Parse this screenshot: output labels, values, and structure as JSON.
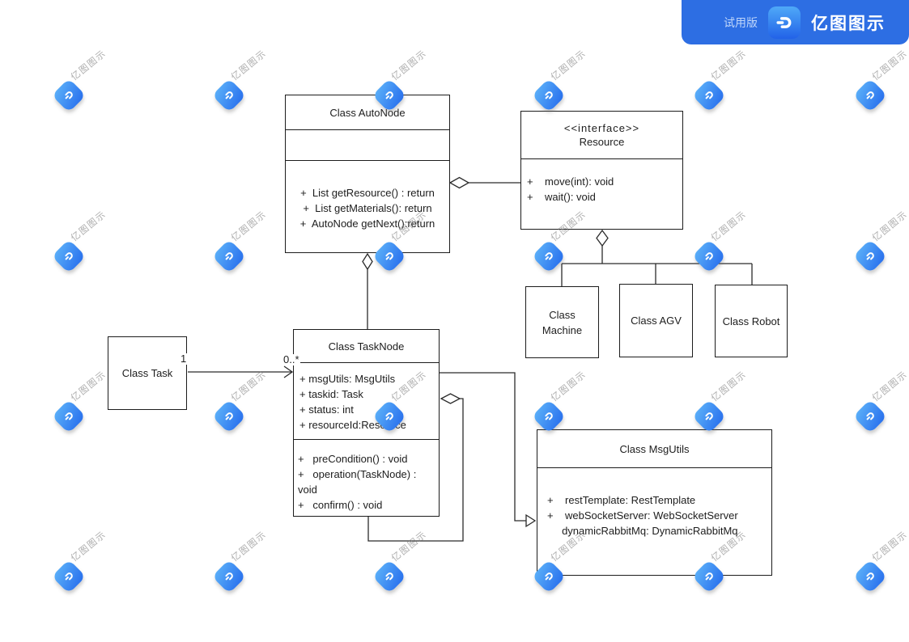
{
  "header": {
    "trial_label": "试用版",
    "brand_name": "亿图图示",
    "bar_color": "#2d6ee3"
  },
  "watermark": {
    "text": "亿图图示"
  },
  "uml": {
    "autonode": {
      "title": "Class AutoNode",
      "attributes": [],
      "methods": [
        "+  List getResource() : return",
        "+  List getMaterials(): return",
        "+  AutoNode getNext():return"
      ]
    },
    "resource": {
      "stereotype": "<<interface>>",
      "title": "Resource",
      "methods": [
        "+    move(int): void",
        "+    wait(): void"
      ]
    },
    "machine": {
      "title": "Class Machine"
    },
    "agv": {
      "title": "Class AGV"
    },
    "robot": {
      "title": "Class Robot"
    },
    "task": {
      "title": "Class Task"
    },
    "tasknode": {
      "title": "Class TaskNode",
      "attributes": [
        "+ msgUtils: MsgUtils",
        "+ taskid: Task",
        "+ status: int",
        "+ resourceId:Resource"
      ],
      "methods": [
        "+   preCondition() : void",
        "+   operation(TaskNode) : void",
        "+   confirm() : void"
      ]
    },
    "msgutils": {
      "title": "Class MsgUtils",
      "members": [
        "+    restTemplate: RestTemplate",
        "+    webSocketServer: WebSocketServer",
        "     dynamicRabbitMq: DynamicRabbitMq"
      ]
    },
    "edge_labels": {
      "task_end_multiplicity": "1",
      "tasknode_end_multiplicity": "0..*"
    }
  }
}
